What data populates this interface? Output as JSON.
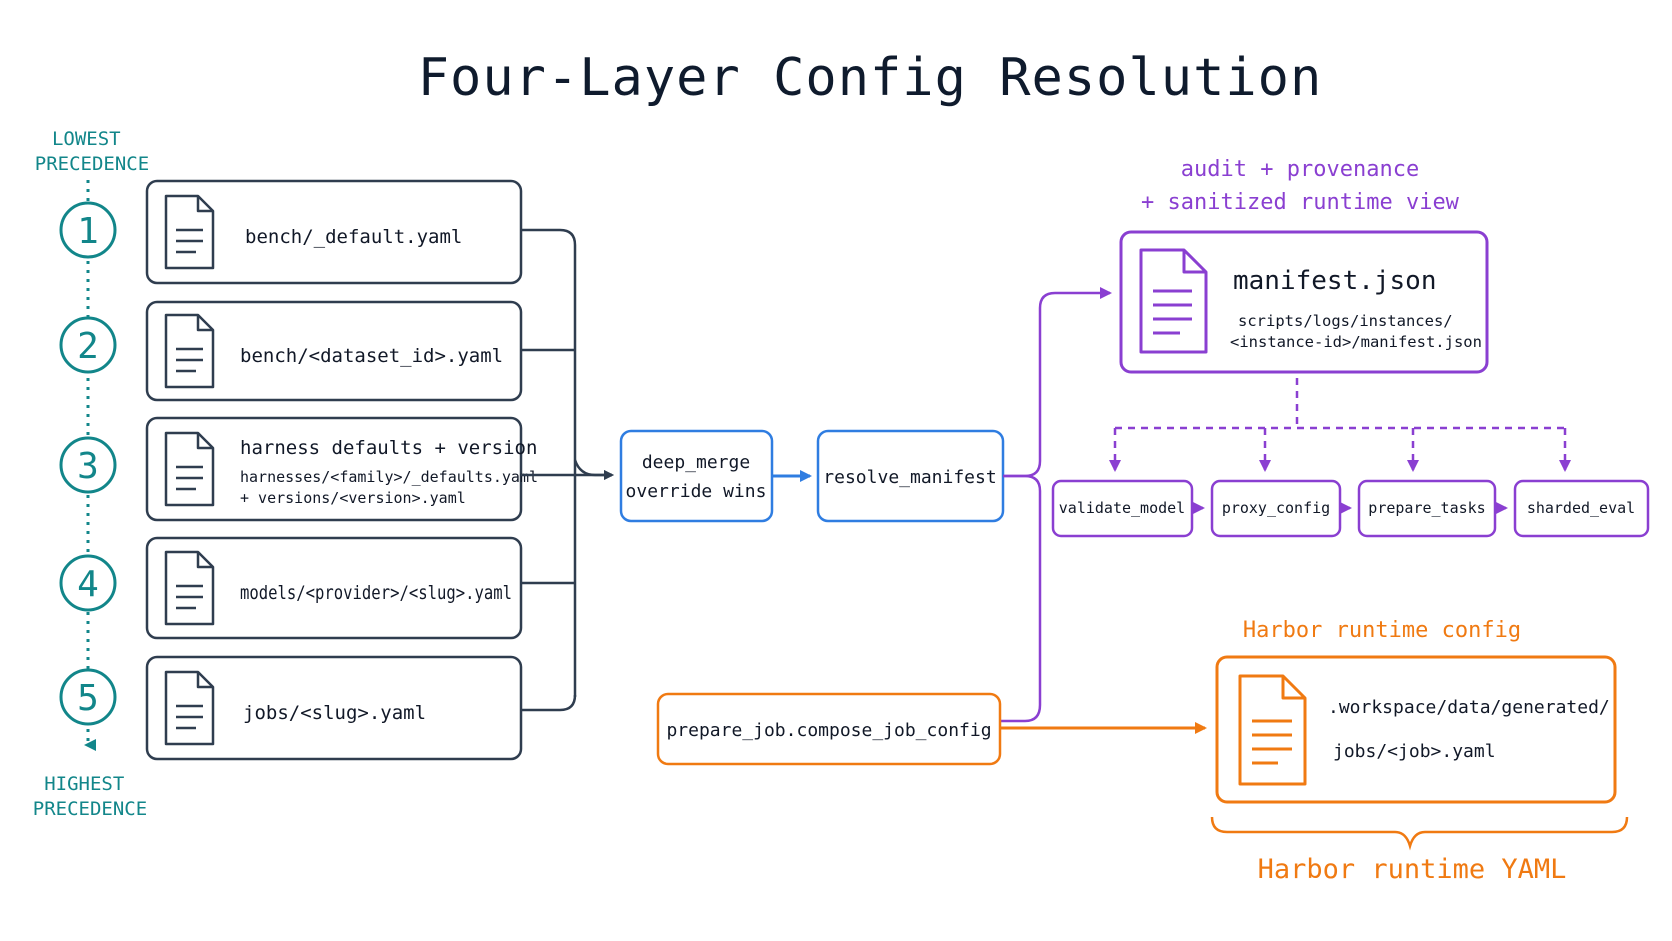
{
  "title": "Four-Layer Config Resolution",
  "precedence": {
    "lowest": [
      "LOWEST",
      "PRECEDENCE"
    ],
    "highest": [
      "HIGHEST",
      "PRECEDENCE"
    ]
  },
  "layers": [
    {
      "num": "1",
      "lines": [
        "bench/_default.yaml"
      ]
    },
    {
      "num": "2",
      "lines": [
        "bench/<dataset_id>.yaml"
      ]
    },
    {
      "num": "3",
      "lines": [
        "harness defaults + version",
        "harnesses/<family>/_defaults.yaml",
        "+ versions/<version>.yaml"
      ]
    },
    {
      "num": "4",
      "lines": [
        "models/<provider>/<slug>.yaml"
      ]
    },
    {
      "num": "5",
      "lines": [
        "jobs/<slug>.yaml"
      ]
    }
  ],
  "deep_merge": {
    "line1": "deep_merge",
    "line2": "override wins"
  },
  "resolve_manifest": "resolve_manifest",
  "manifest": {
    "note1": "audit + provenance",
    "note2": "+ sanitized runtime view",
    "title": "manifest.json",
    "path1": "scripts/logs/instances/",
    "path2": "<instance-id>/manifest.json"
  },
  "steps": [
    "validate_model",
    "proxy_config",
    "prepare_tasks",
    "sharded_eval"
  ],
  "compose": "prepare_job.compose_job_config",
  "harbor": {
    "label": "Harbor runtime config",
    "path1": ".workspace/data/generated/",
    "path2": "jobs/<job>.yaml",
    "brace_label": "Harbor runtime YAML"
  },
  "colors": {
    "dark": "#2f3d4f",
    "teal": "#12868a",
    "blue": "#2f7de1",
    "purple": "#8a3fd1",
    "orange": "#f07a12"
  },
  "icons": {
    "layer_file": "document-icon",
    "manifest_file": "document-icon",
    "harbor_file": "document-icon"
  }
}
